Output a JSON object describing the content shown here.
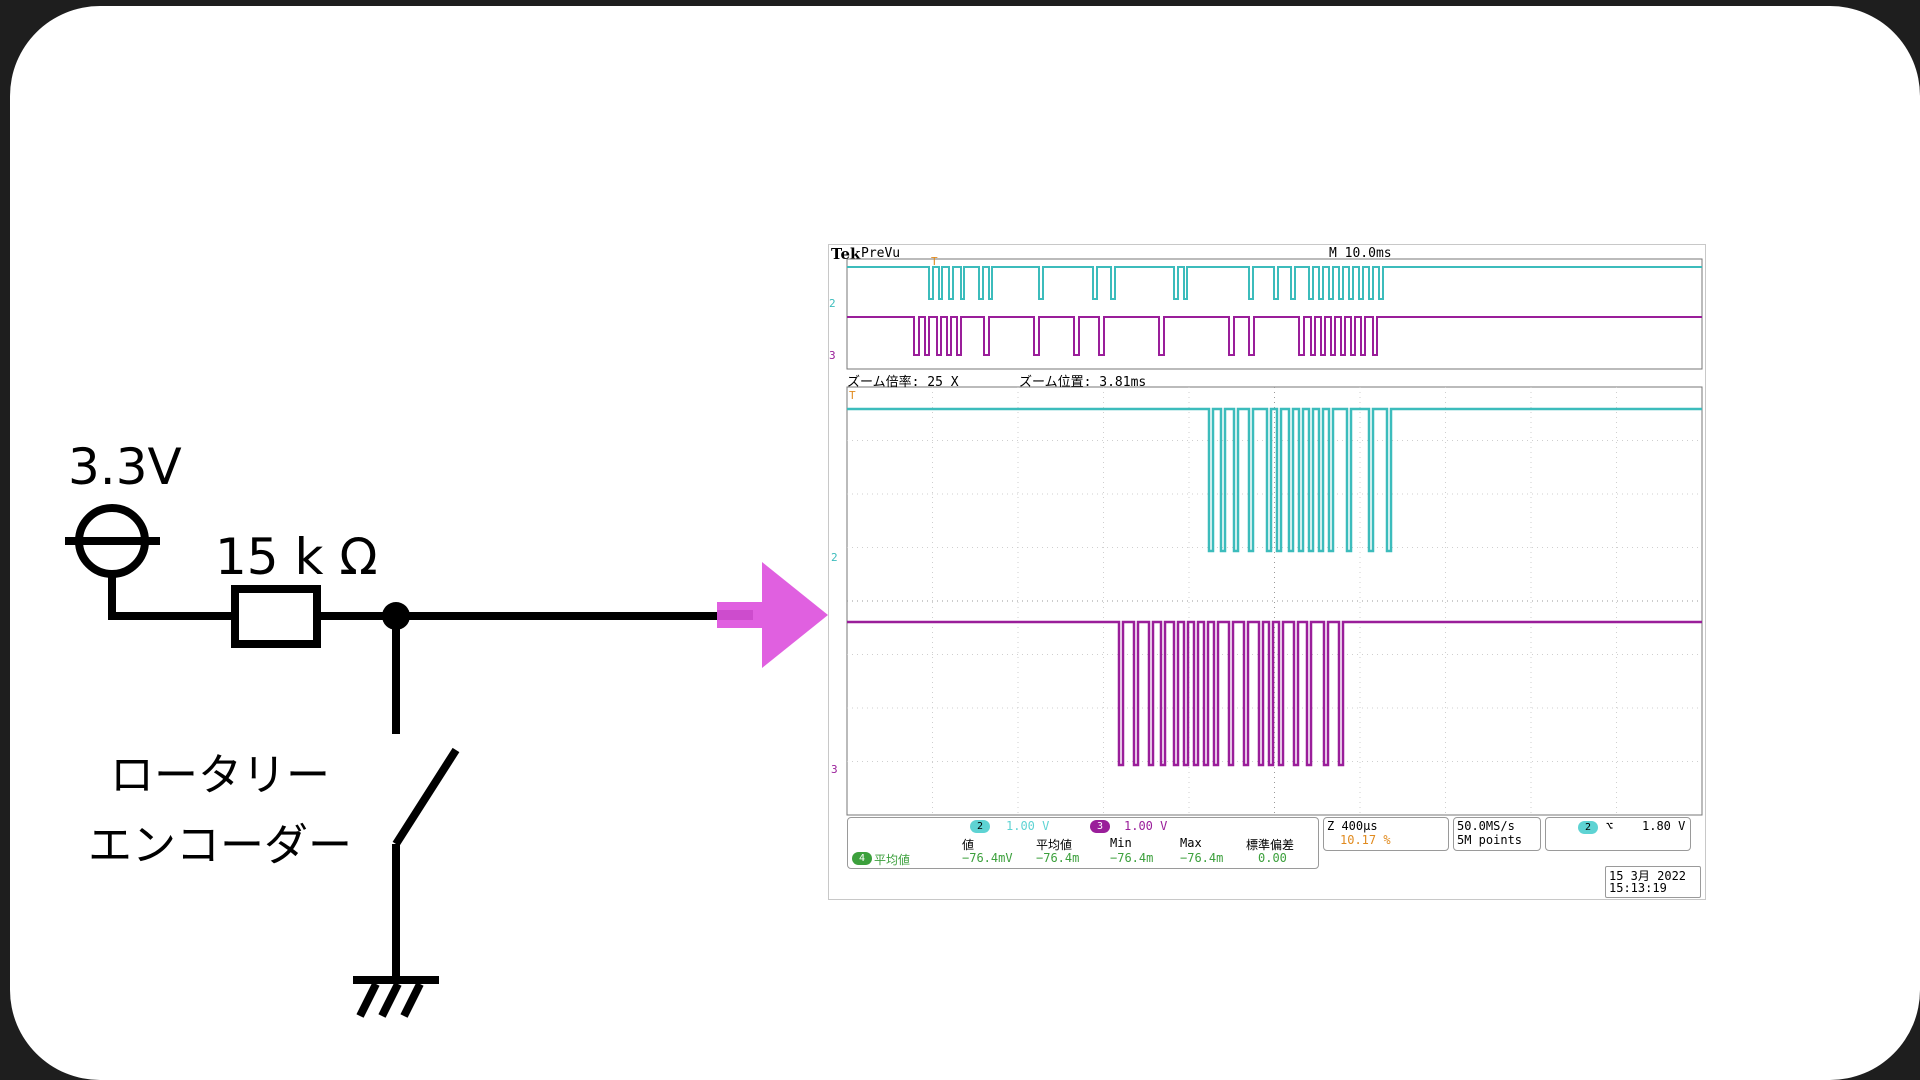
{
  "circuit": {
    "supply_label": "3.3V",
    "resistor_label": "15 k Ω",
    "switch_label_line1": "ロータリー",
    "switch_label_line2": "エンコーダー"
  },
  "scope": {
    "brand": "Tek",
    "mode": "PreVu",
    "timebase": "M 10.0ms",
    "zoom_factor": "ズーム倍率: 25 X",
    "zoom_position": "ズーム位置: 3.81ms",
    "ch2_num": "2",
    "ch2_scale": "1.00 V",
    "ch3_num": "3",
    "ch3_scale": "1.00 V",
    "timebase_zoom": "Z 400μs",
    "trigger_pos": "10.17 %",
    "sample_rate": "50.0MS/s",
    "record_length": "5M points",
    "trigger_ch": "2",
    "trigger_edge": "⌥",
    "trigger_level": "1.80 V",
    "date": "15 3月  2022",
    "time": "15:13:19",
    "meas_headers": [
      "値",
      "平均値",
      "Min",
      "Max",
      "標準偏差"
    ],
    "meas_ch": "4",
    "meas_label": "平均値",
    "meas_values": [
      "−76.4mV",
      "−76.4m",
      "−76.4m",
      "−76.4m",
      "0.00"
    ],
    "colors": {
      "ch2": "#3cbcbc",
      "ch3": "#9a1e9a",
      "arrow": "#e060e0"
    }
  }
}
